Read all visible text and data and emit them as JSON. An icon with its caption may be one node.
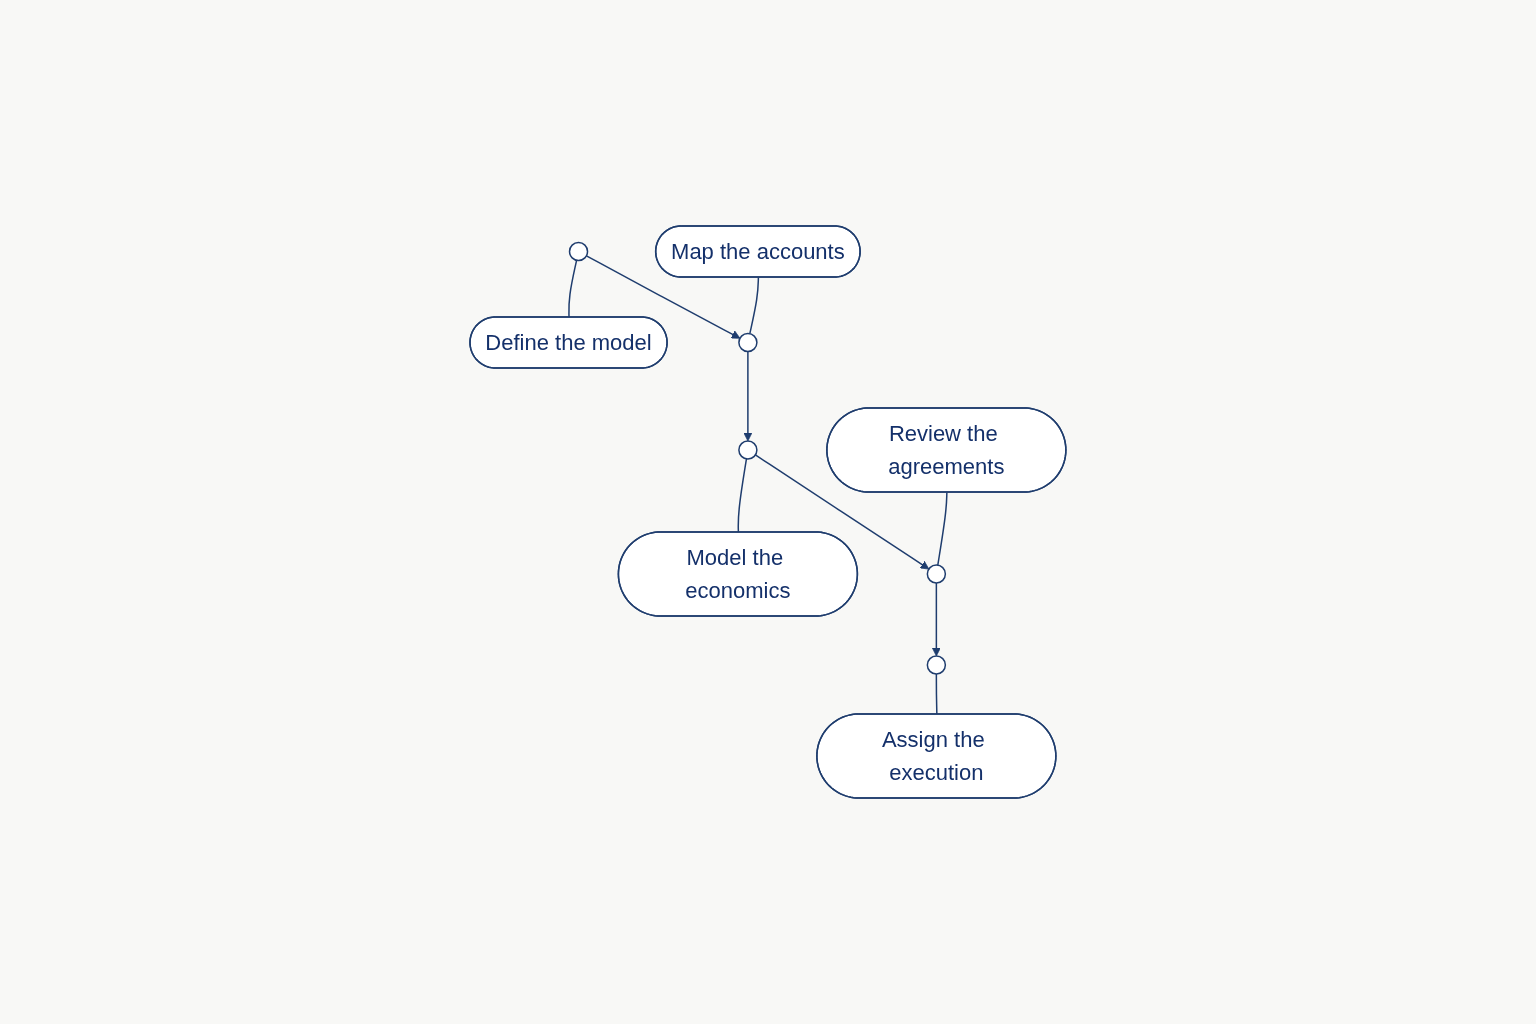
{
  "diagram": {
    "nodes": [
      {
        "text": [],
        "shape": "circle"
      },
      {
        "text": [
          "Define the model"
        ]
      },
      {
        "text": [
          "Map the accounts"
        ]
      },
      {
        "text": [],
        "shape": "circle"
      },
      {
        "text": [],
        "shape": "circle"
      },
      {
        "text": [
          "Model the economics"
        ]
      },
      {
        "text": [
          "Review the agreements"
        ]
      },
      {
        "text": [],
        "shape": "circle"
      },
      {
        "text": [],
        "shape": "circle"
      },
      {
        "text": [
          "Assign the execution"
        ]
      }
    ],
    "edges": [
      {
        "from": 0,
        "to": 1,
        "arrow": "none"
      },
      {
        "from": 0,
        "to": 3,
        "arrow": "to"
      },
      {
        "from": 2,
        "to": 3,
        "arrow": "none"
      },
      {
        "from": 3,
        "to": 4,
        "arrow": "to"
      },
      {
        "from": 4,
        "to": 5,
        "arrow": "none"
      },
      {
        "from": 4,
        "to": 7,
        "arrow": "to"
      },
      {
        "from": 6,
        "to": 7,
        "arrow": "none"
      },
      {
        "from": 7,
        "to": 8,
        "arrow": "to"
      },
      {
        "from": 8,
        "to": 9,
        "arrow": "none"
      }
    ]
  }
}
